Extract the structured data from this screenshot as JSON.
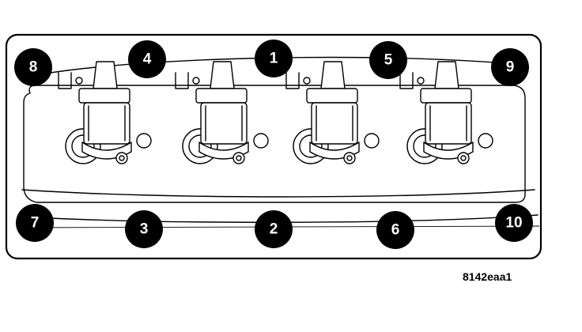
{
  "figure_id": "8142eaa1",
  "colors": {
    "line": "#000000",
    "badge_fill": "#000000",
    "badge_text": "#ffffff",
    "background": "#ffffff"
  },
  "bolts_top": [
    {
      "number": "8"
    },
    {
      "number": "4"
    },
    {
      "number": "1"
    },
    {
      "number": "5"
    },
    {
      "number": "9"
    }
  ],
  "bolts_bottom": [
    {
      "number": "7"
    },
    {
      "number": "3"
    },
    {
      "number": "2"
    },
    {
      "number": "6"
    },
    {
      "number": "10"
    }
  ],
  "coils": [
    {
      "name": "coil"
    },
    {
      "name": "coil"
    },
    {
      "name": "coil"
    },
    {
      "name": "coil"
    }
  ]
}
